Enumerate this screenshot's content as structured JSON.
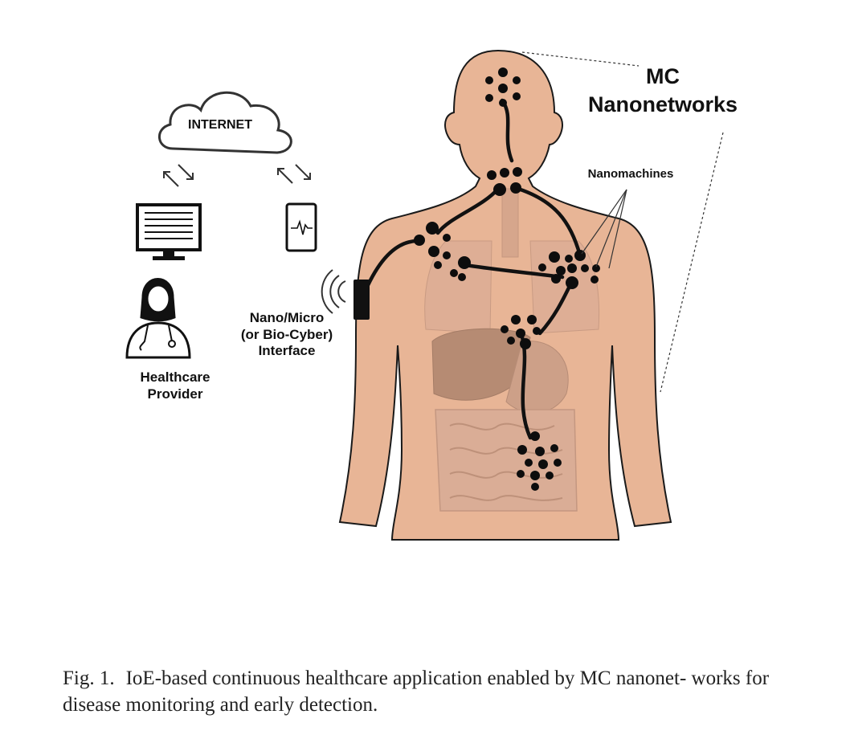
{
  "labels": {
    "mc_line1": "MC",
    "mc_line2": "Nanonetworks",
    "nanomachines": "Nanomachines",
    "internet": "INTERNET",
    "interface_line1": "Nano/Micro",
    "interface_line2": "(or Bio-Cyber)",
    "interface_line3": "Interface",
    "provider_line1": "Healthcare",
    "provider_line2": "Provider"
  },
  "caption": {
    "number": "Fig. 1.",
    "text": "IoE-based continuous healthcare application enabled by MC nanonet- works for disease monitoring and early detection."
  },
  "colors": {
    "skin": "#e8b596",
    "skin_outline": "#1a1a1a",
    "organ": "#c9a18e",
    "node": "#0d0d0d",
    "line": "#111111"
  }
}
